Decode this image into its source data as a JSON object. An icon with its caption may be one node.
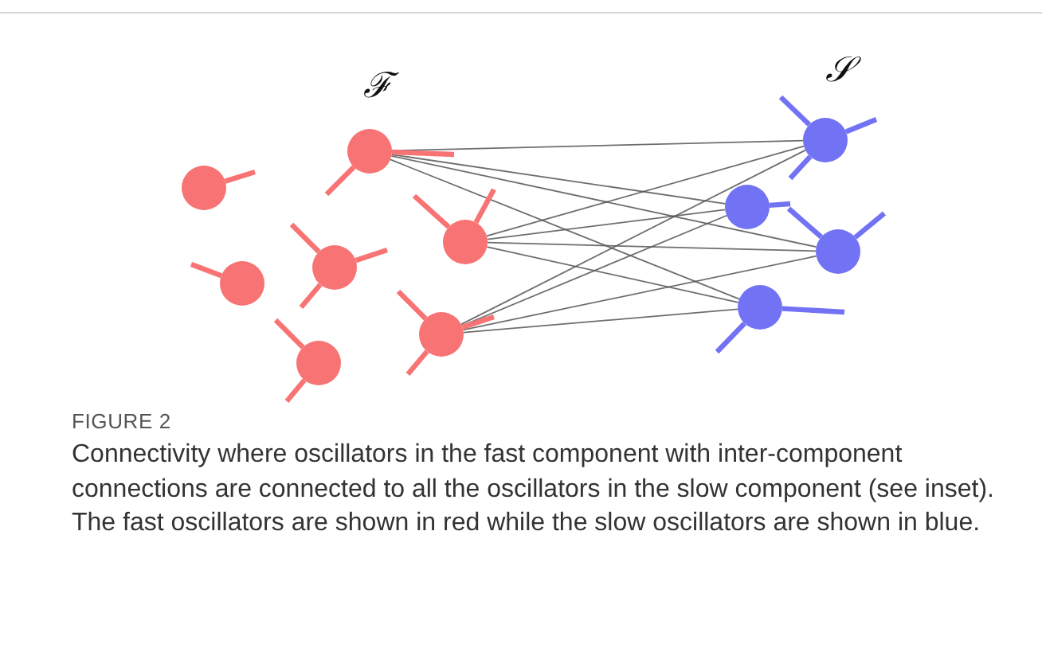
{
  "diagram": {
    "title": "FIGURE 2",
    "caption": "Connectivity where oscillators in the fast component with inter-component connections are connected to all the oscillators in the slow component (see inset). The fast oscillators are shown in red while the slow oscillators are shown in blue.",
    "nodes": [
      {
        "text": [],
        "shape": "circle"
      },
      {
        "text": [],
        "shape": "circle"
      },
      {
        "text": [],
        "shape": "circle"
      },
      {
        "text": [],
        "shape": "circle"
      },
      {
        "text": [],
        "shape": "circle"
      },
      {
        "text": [],
        "shape": "circle"
      },
      {
        "text": [],
        "shape": "circle"
      },
      {
        "text": [],
        "shape": "circle"
      },
      {
        "text": [],
        "shape": "circle"
      },
      {
        "text": [],
        "shape": "circle"
      },
      {
        "text": [],
        "shape": "circle"
      }
    ],
    "edges": [
      {
        "from": 0,
        "to": 7,
        "arrow": "none"
      },
      {
        "from": 0,
        "to": 8,
        "arrow": "none"
      },
      {
        "from": 0,
        "to": 9,
        "arrow": "none"
      },
      {
        "from": 0,
        "to": 10,
        "arrow": "none"
      },
      {
        "from": 2,
        "to": 7,
        "arrow": "none"
      },
      {
        "from": 2,
        "to": 8,
        "arrow": "none"
      },
      {
        "from": 2,
        "to": 9,
        "arrow": "none"
      },
      {
        "from": 2,
        "to": 10,
        "arrow": "none"
      },
      {
        "from": 5,
        "to": 7,
        "arrow": "none"
      },
      {
        "from": 5,
        "to": 8,
        "arrow": "none"
      },
      {
        "from": 5,
        "to": 9,
        "arrow": "none"
      },
      {
        "from": 5,
        "to": 10,
        "arrow": "none"
      }
    ],
    "labels": [
      "ℱ",
      "𝒮"
    ]
  }
}
